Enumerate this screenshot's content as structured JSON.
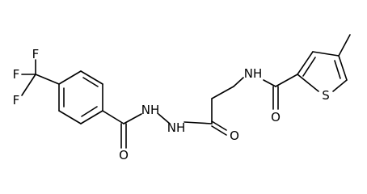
{
  "structure": {
    "atom_labels": {
      "f1": "F",
      "f2": "F",
      "f3": "F",
      "o_benzoyl": "O",
      "nh_hydrazide_1": "NH",
      "nh_hydrazide_2": "NH",
      "o_glycyl": "O",
      "nh_amide": "NH",
      "o_thiophene_amide": "O",
      "s_thiophene": "S"
    }
  }
}
